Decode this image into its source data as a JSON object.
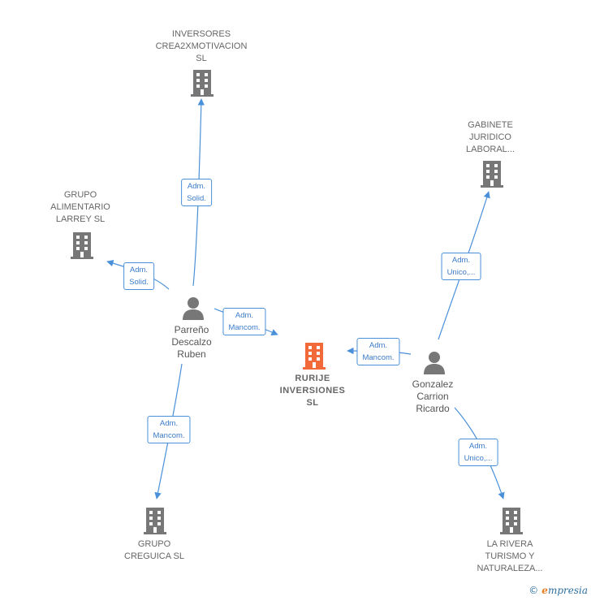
{
  "colors": {
    "building_gray": "#777777",
    "building_center": "#f26a3a",
    "edge_blue": "#4a90d9",
    "person_gray": "#777777"
  },
  "nodes": {
    "inversores": {
      "lines": [
        "INVERSORES",
        "CREA2XMOTIVACION",
        "SL"
      ],
      "icon": "building-icon"
    },
    "gabinete": {
      "lines": [
        "GABINETE",
        "JURIDICO",
        "LABORAL..."
      ],
      "icon": "building-icon"
    },
    "grupo_alimentario": {
      "lines": [
        "GRUPO",
        "ALIMENTARIO",
        "LARREY SL"
      ],
      "icon": "building-icon"
    },
    "rurije": {
      "lines": [
        "RURIJE",
        "INVERSIONES",
        "SL"
      ],
      "icon": "building-icon"
    },
    "parreno": {
      "lines": [
        "Parreño",
        "Descalzo",
        "Ruben"
      ],
      "icon": "person-icon"
    },
    "gonzalez": {
      "lines": [
        "Gonzalez",
        "Carrion",
        "Ricardo"
      ],
      "icon": "person-icon"
    },
    "grupo_creguica": {
      "lines": [
        "GRUPO",
        "CREGUICA  SL"
      ],
      "icon": "building-icon"
    },
    "la_rivera": {
      "lines": [
        "LA RIVERA",
        "TURISMO Y",
        "NATURALEZA..."
      ],
      "icon": "building-icon"
    }
  },
  "edges": {
    "to_inversores": [
      "Adm.",
      "Solid."
    ],
    "to_grupo_alimentario": [
      "Adm.",
      "Solid."
    ],
    "parreno_to_rurije": [
      "Adm.",
      "Mancom."
    ],
    "gonzalez_to_rurije": [
      "Adm.",
      "Mancom."
    ],
    "to_gabinete": [
      "Adm.",
      "Unico,..."
    ],
    "to_grupo_creguica": [
      "Adm.",
      "Mancom."
    ],
    "to_la_rivera": [
      "Adm.",
      "Unico,..."
    ]
  },
  "footer": {
    "copyright": "©",
    "brand_e": "e",
    "brand_rest": "mpresia"
  }
}
